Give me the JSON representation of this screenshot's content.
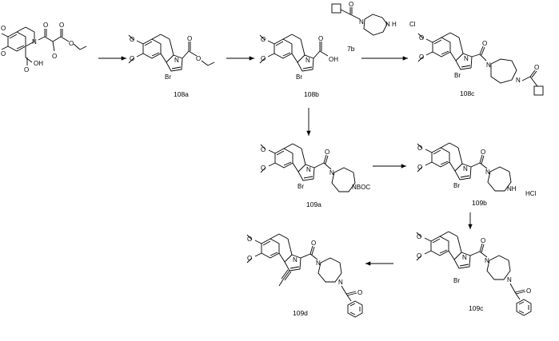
{
  "compound_labels": {
    "c108a": "108a",
    "c108b": "108b",
    "c108c": "108c",
    "c7b": "7b",
    "c109a": "109a",
    "c109b": "109b",
    "c109c": "109c",
    "c109d": "109d"
  },
  "atom_labels": {
    "N": "N",
    "O": "O",
    "OH": "OH",
    "Br": "Br",
    "H": "H",
    "Cl": "Cl",
    "HCl": "HCl",
    "NH": "NH",
    "NBOC": "NBOC"
  }
}
